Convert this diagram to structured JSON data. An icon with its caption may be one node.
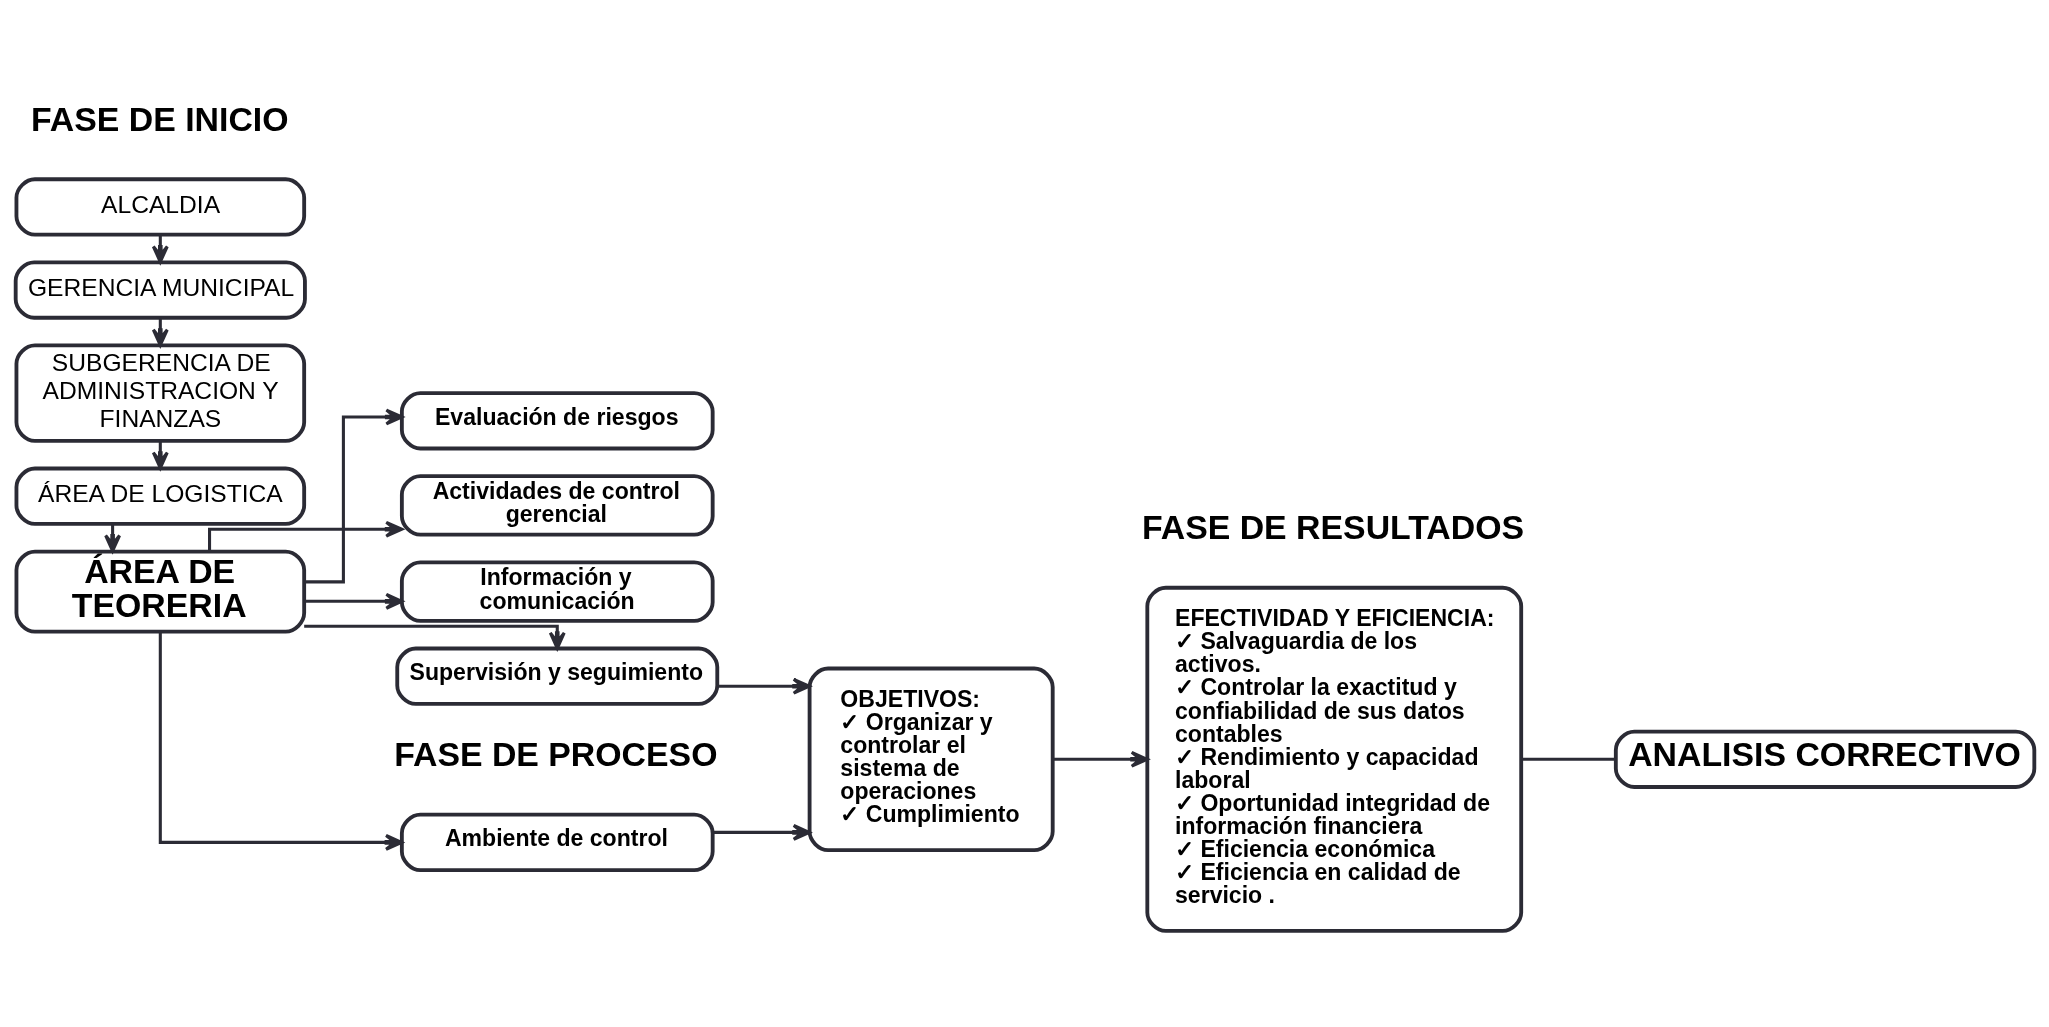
{
  "diagram": {
    "nodes": [
      {
        "text": [
          "ALCALDIA"
        ]
      },
      {
        "text": [
          "GERENCIA MUNICIPAL"
        ]
      },
      {
        "text": [
          "SUBGERENCIA DE ADMINISTRACION Y FINANZAS"
        ]
      },
      {
        "text": [
          "ÁREA DE LOGISTICA"
        ]
      },
      {
        "text": [
          "ÁREA DE TEORERIA"
        ]
      },
      {
        "text": [
          "Ambiente de control"
        ]
      },
      {
        "text": [
          "Evaluación de riesgos"
        ]
      },
      {
        "text": [
          "Actividades de control gerencial"
        ]
      },
      {
        "text": [
          "Información y comunicación"
        ]
      },
      {
        "text": [
          "Supervisión y seguimiento"
        ]
      },
      {
        "text": [
          "OBJETIVOS:",
          "✓ Organizar y controlar el sistema de operaciones",
          "✓ Cumplimiento"
        ]
      },
      {
        "text": [
          "EFECTIVIDAD Y EFICIENCIA:",
          "✓ Salvaguardia de los activos.",
          "✓ Controlar la exactitud y confiabilidad de sus datos contables",
          "✓ Rendimiento y capacidad laboral",
          "✓ Oportunidad integridad de información financiera",
          "✓ Eficiencia económica",
          "✓ Eficiencia en calidad de servicio ."
        ]
      },
      {
        "text": [
          "ANALISIS CORRECTIVO"
        ]
      }
    ],
    "edges": [
      {
        "from": 0,
        "to": 1,
        "arrow": "to"
      },
      {
        "from": 1,
        "to": 2,
        "arrow": "to"
      },
      {
        "from": 2,
        "to": 3,
        "arrow": "to"
      },
      {
        "from": 3,
        "to": 4,
        "arrow": "to"
      },
      {
        "from": 4,
        "to": 5,
        "arrow": "to"
      },
      {
        "from": 4,
        "to": 6,
        "arrow": "to"
      },
      {
        "from": 4,
        "to": 7,
        "arrow": "to"
      },
      {
        "from": 4,
        "to": 8,
        "arrow": "to"
      },
      {
        "from": 4,
        "to": 9,
        "arrow": "to"
      },
      {
        "from": 5,
        "to": 10,
        "arrow": "to"
      },
      {
        "from": 9,
        "to": 10,
        "arrow": "to"
      },
      {
        "from": 10,
        "to": 11,
        "arrow": "to"
      },
      {
        "from": 11,
        "to": 12,
        "arrow": "none"
      }
    ],
    "labels": [
      "FASE DE INICIO",
      "FASE DE PROCESO",
      "FASE DE RESULTADOS"
    ]
  }
}
